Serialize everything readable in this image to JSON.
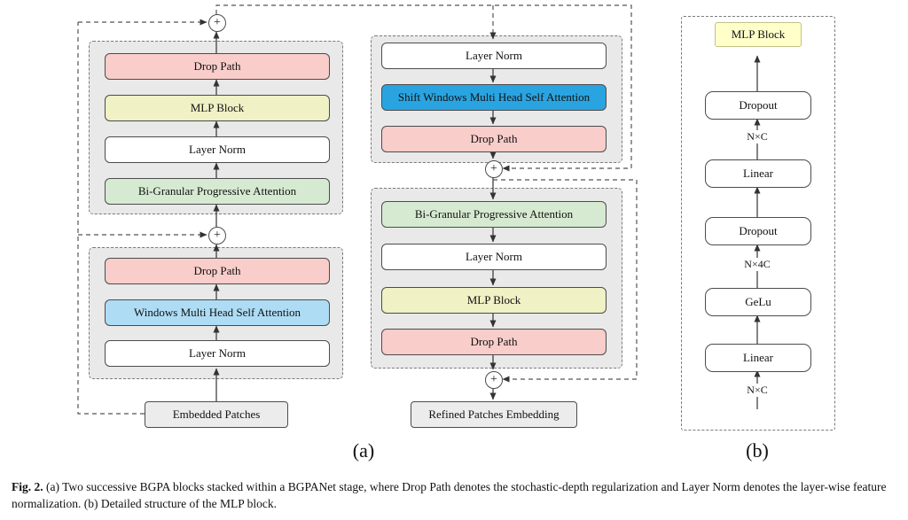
{
  "colors": {
    "pink": "#f8cdca",
    "yellow": "#f0f1c4",
    "green": "#d6ead2",
    "light_blue": "#aedcf4",
    "bright_blue": "#2aa4e1",
    "white": "#ffffff",
    "io_fill": "#ececec",
    "label_yellow": "#ffffc9"
  },
  "panel_a": {
    "label": "(a)",
    "plus": "+",
    "block1": {
      "sub_top": [
        "Drop Path",
        "MLP Block",
        "Layer Norm",
        "Bi-Granular Progressive Attention"
      ],
      "sub_bottom": [
        "Drop Path",
        "Windows Multi Head Self Attention",
        "Layer Norm"
      ],
      "input": "Embedded Patches"
    },
    "block2": {
      "sub_top": [
        "Layer Norm",
        "Shift Windows Multi Head Self Attention",
        "Drop Path"
      ],
      "sub_bottom": [
        "Bi-Granular Progressive Attention",
        "Layer Norm",
        "MLP Block",
        "Drop Path"
      ],
      "output": "Refined Patches Embedding"
    }
  },
  "panel_b": {
    "label": "(b)",
    "title": "MLP Block",
    "layers": [
      "Dropout",
      "Linear",
      "Dropout",
      "GeLu",
      "Linear"
    ],
    "dims": [
      "N×C",
      "N×4C",
      "N×C"
    ]
  },
  "caption": {
    "tag": "Fig. 2.",
    "text": "(a) Two successive BGPA blocks stacked within a BGPANet stage, where Drop Path denotes the stochastic-depth regularization and Layer Norm denotes the layer-wise feature normalization. (b) Detailed structure of the MLP block."
  }
}
